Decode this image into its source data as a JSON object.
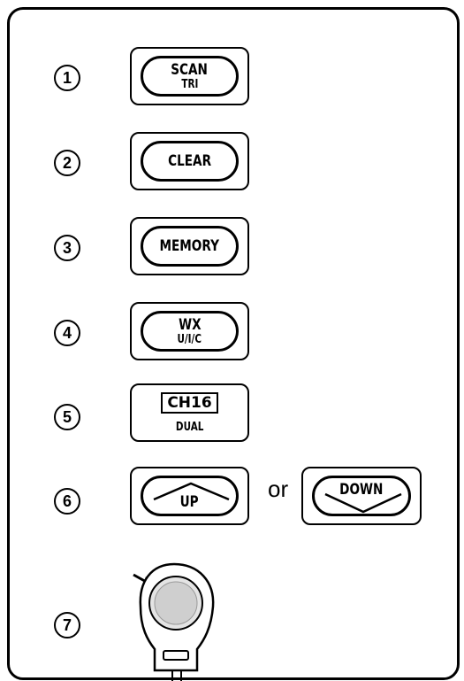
{
  "steps": [
    {
      "num": "1",
      "line1": "SCAN",
      "line2": "TRI"
    },
    {
      "num": "2",
      "line1": "CLEAR"
    },
    {
      "num": "3",
      "line1": "MEMORY"
    },
    {
      "num": "4",
      "line1": "WX",
      "line2": "U/I/C"
    },
    {
      "num": "5",
      "line1": "CH16",
      "line2": "DUAL"
    },
    {
      "num": "6",
      "up_label": "UP",
      "or_label": "or",
      "down_label": "DOWN"
    },
    {
      "num": "7"
    }
  ]
}
